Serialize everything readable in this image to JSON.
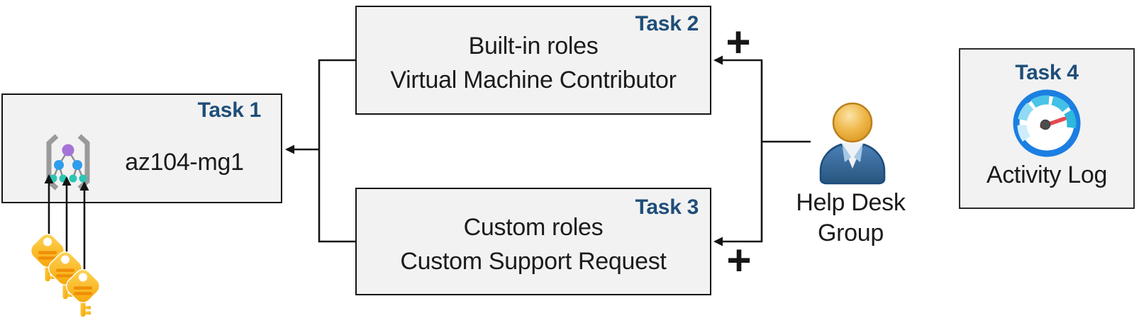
{
  "colors": {
    "accent_blue": "#1f4e79",
    "box_fill": "#f2f2f2",
    "box_border": "#141414",
    "text": "#1b1b1b",
    "connector": "#141414",
    "key_gold": "#f9b40a",
    "gauge_ring_blue": "#1b7fe2",
    "gauge_needle_red": "#e64a50",
    "person_body_blue": "#34659e",
    "person_head_gold": "#eeb242"
  },
  "boxes": {
    "task1": {
      "label": "Task 1",
      "name": "az104-mg1",
      "icon": "management-group-icon"
    },
    "task2": {
      "label": "Task 2",
      "line1": "Built-in roles",
      "line2": "Virtual Machine Contributor"
    },
    "task3": {
      "label": "Task 3",
      "line1": "Custom roles",
      "line2": "Custom Support Request"
    },
    "task4": {
      "label": "Task 4",
      "name": "Activity Log",
      "icon": "gauge-icon"
    }
  },
  "actors": {
    "help_desk": {
      "line1": "Help Desk",
      "line2": "Group",
      "icon": "person-icon"
    }
  },
  "annotations": {
    "plus_top": "+",
    "plus_bottom": "+",
    "keys_icon": "three-gold-keys-icon"
  }
}
